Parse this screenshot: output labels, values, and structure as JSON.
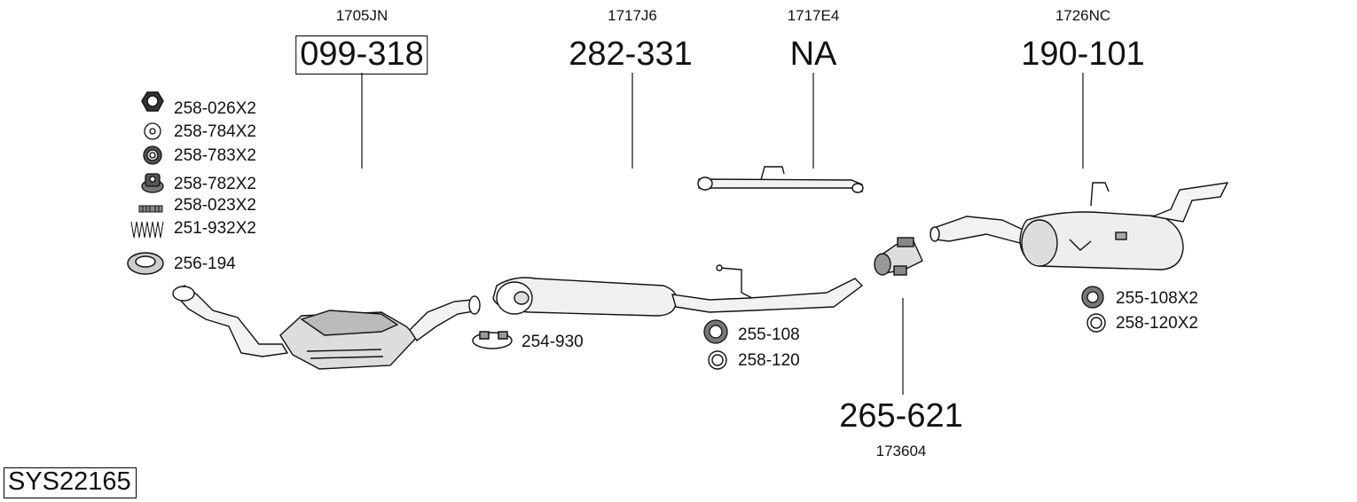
{
  "system_code": "SYS22165",
  "sections": [
    {
      "ref": "1705JN",
      "part": "099-318",
      "boxed": true
    },
    {
      "ref": "1717J6",
      "part": "282-331",
      "boxed": false
    },
    {
      "ref": "1717E4",
      "part": "NA",
      "boxed": false
    },
    {
      "ref": "1726NC",
      "part": "190-101",
      "boxed": false
    }
  ],
  "bottom_section": {
    "part": "265-621",
    "ref": "173604"
  },
  "fittings_left": [
    {
      "label": "258-026X2",
      "icon": "hex-nut-icon"
    },
    {
      "label": "258-784X2",
      "icon": "washer-icon"
    },
    {
      "label": "258-783X2",
      "icon": "lock-washer-icon"
    },
    {
      "label": "258-782X2",
      "icon": "flange-nut-icon"
    },
    {
      "label": "258-023X2",
      "icon": "stud-bolt-icon"
    },
    {
      "label": "251-932X2",
      "icon": "spring-icon"
    },
    {
      "label": "256-194",
      "icon": "gasket-ring-icon"
    }
  ],
  "clamp_label": "254-930",
  "mid_fittings": [
    {
      "label": "255-108",
      "icon": "rubber-hanger-icon"
    },
    {
      "label": "258-120",
      "icon": "o-ring-icon"
    }
  ],
  "rear_fittings": [
    {
      "label": "255-108X2",
      "icon": "rubber-hanger-icon"
    },
    {
      "label": "258-120X2",
      "icon": "o-ring-icon"
    }
  ]
}
